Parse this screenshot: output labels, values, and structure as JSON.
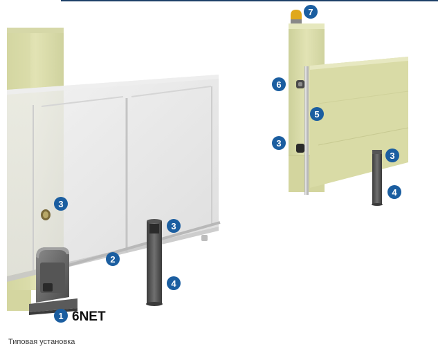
{
  "figure": {
    "model_label": "6NET",
    "caption": "Типовая установка",
    "colors": {
      "marker": "#1b5ea0",
      "pillar": "#dcdcaa",
      "gate_panel": "#e3e3e3",
      "post": "#4c4c4c"
    }
  },
  "callouts": {
    "motor": "1",
    "rack": "2",
    "photocell_left_wall": "3",
    "photocell_left_post": "3",
    "photocell_right_lower": "3",
    "photocell_right_post": "3",
    "post_left": "4",
    "post_right": "4",
    "safety_edge": "5",
    "key_selector": "6",
    "flashing_lamp": "7"
  }
}
